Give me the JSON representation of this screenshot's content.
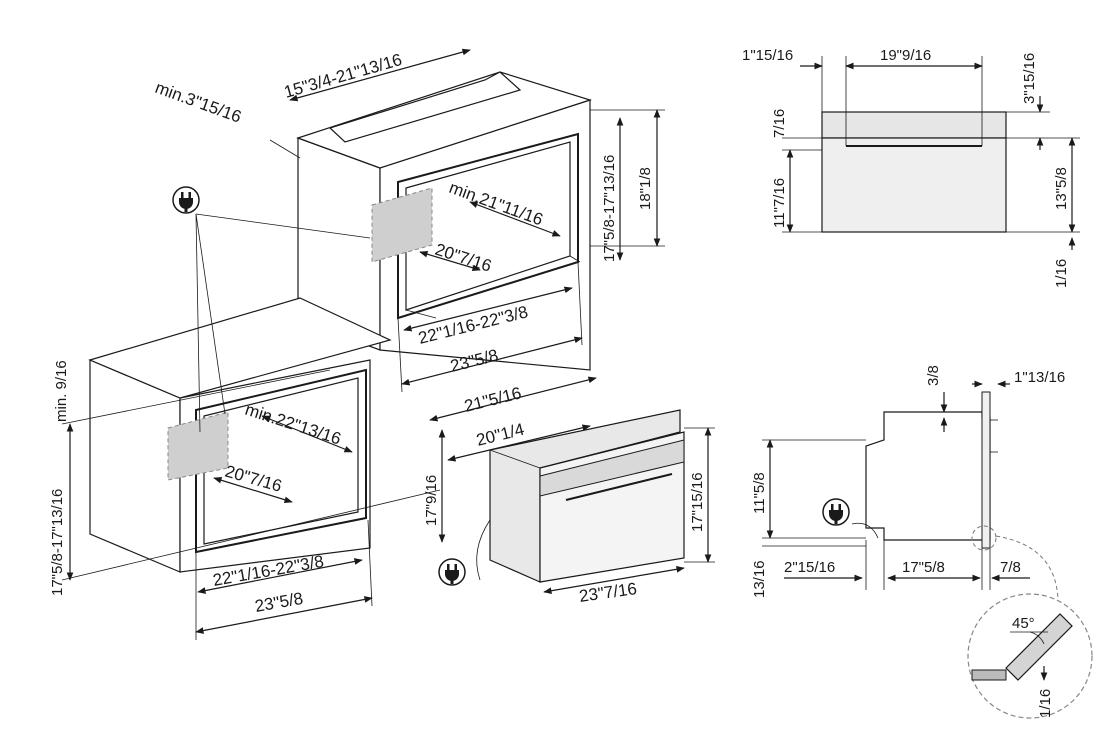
{
  "dimensions": {
    "iso_upper": {
      "top_width": "15\"3/4-21\"13/16",
      "min_top_gap": "min.3\"15/16",
      "inner_width_min": "min.21\"11/16",
      "inner_depth": "20\"7/16",
      "height_range": "17\"5/8-17\"13/16",
      "outer_height": "18\"1/8",
      "width_range": "22\"1/16-22\"3/8",
      "outer_width": "23\"5/8"
    },
    "iso_lower": {
      "min_top": "min. 9/16",
      "inner_width_min": "min.22\"13/16",
      "inner_depth": "20\"7/16",
      "height_range": "17\"5/8-17\"13/16",
      "width_range": "22\"1/16-22\"3/8",
      "outer_width": "23\"5/8"
    },
    "oven_iso": {
      "depth_total": "21\"5/16",
      "depth_body": "20\"1/4",
      "body_height": "17\"9/16",
      "front_height": "17\"15/16",
      "front_width": "23\"7/16"
    },
    "front_view": {
      "left_offset": "1\"15/16",
      "width": "19\"9/16",
      "top_gap": "3\"15/16",
      "panel": "7/16",
      "body_height": "11\"7/16",
      "total_height": "13\"5/8",
      "bottom": "1/16"
    },
    "side_view": {
      "top_step": "3/8",
      "door_depth": "1\"13/16",
      "height": "11\"5/8",
      "bottom": "13/16",
      "rear": "2\"15/16",
      "body_depth": "17\"5/8",
      "front": "7/8"
    },
    "detail": {
      "angle": "45°",
      "gap": "1/16"
    }
  }
}
